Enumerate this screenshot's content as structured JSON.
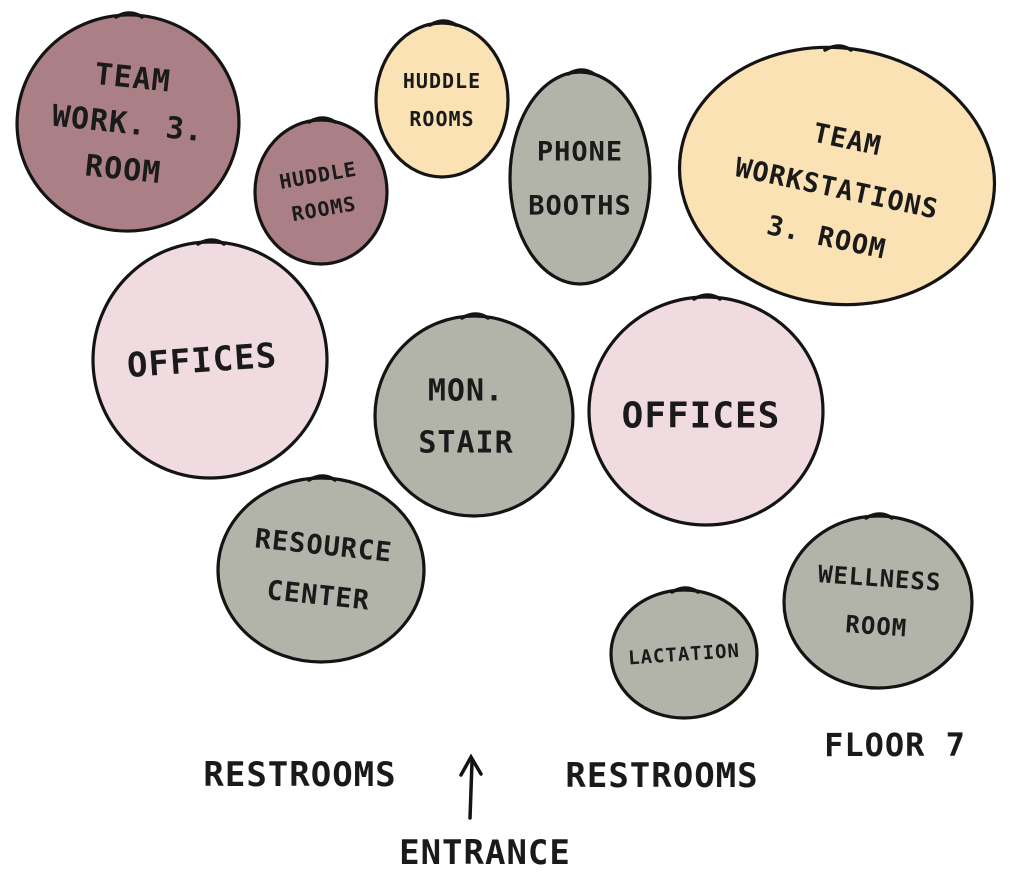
{
  "colors": {
    "mauve": "#ab7f86",
    "cream": "#fae2b4",
    "gray": "#b2b4aa",
    "pink": "#efdbe0",
    "ink": "#141414"
  },
  "bubbles": [
    {
      "id": "team-work-room",
      "color": "mauve",
      "lines": [
        "TEAM",
        "WORK. 3.",
        "ROOM"
      ]
    },
    {
      "id": "huddle-rooms-mauve",
      "color": "mauve",
      "lines": [
        "HUDDLE",
        "ROOMS"
      ]
    },
    {
      "id": "huddle-rooms-cream",
      "color": "cream",
      "lines": [
        "HUDDLE",
        "ROOMS"
      ]
    },
    {
      "id": "phone-booths",
      "color": "gray",
      "lines": [
        "PHONE",
        "BOOTHS"
      ]
    },
    {
      "id": "team-workstations-room",
      "color": "cream",
      "lines": [
        "TEAM",
        "WORKSTATIONS",
        "3. ROOM"
      ]
    },
    {
      "id": "offices-left",
      "color": "pink",
      "lines": [
        "OFFICES"
      ]
    },
    {
      "id": "mon-stair",
      "color": "gray",
      "lines": [
        "MON.",
        "STAIR"
      ]
    },
    {
      "id": "offices-right",
      "color": "pink",
      "lines": [
        "OFFICES"
      ]
    },
    {
      "id": "resource-center",
      "color": "gray",
      "lines": [
        "RESOURCE",
        "CENTER"
      ]
    },
    {
      "id": "lactation",
      "color": "gray",
      "lines": [
        "LACTATION"
      ]
    },
    {
      "id": "wellness-room",
      "color": "gray",
      "lines": [
        "WELLNESS",
        "ROOM"
      ]
    }
  ],
  "labels": {
    "floor": "FLOOR 7",
    "restrooms_left": "RESTROOMS",
    "restrooms_right": "RESTROOMS",
    "entrance": "ENTRANCE"
  }
}
